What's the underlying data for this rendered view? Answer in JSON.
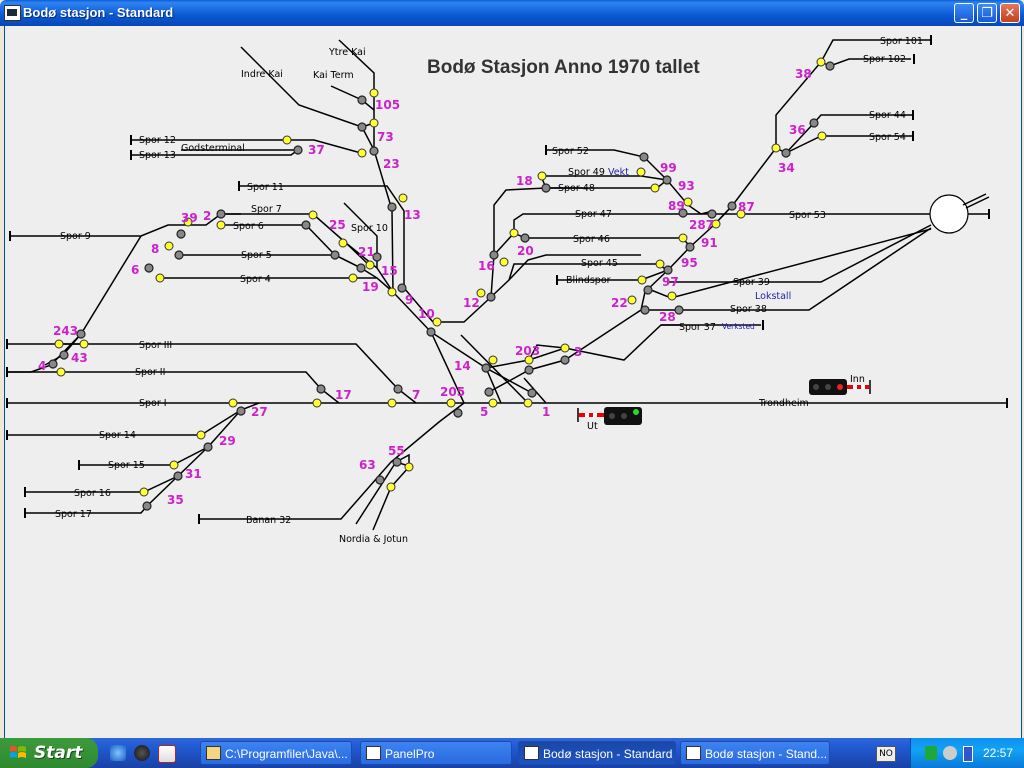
{
  "window": {
    "title": "Bodø stasjon - Standard",
    "min": "_",
    "max": "❐",
    "close": "✕"
  },
  "panel": {
    "headline": "Bodø Stasjon Anno 1970 tallet",
    "track_labels": {
      "spor101": "Spor 101",
      "spor102": "Spor 102",
      "spor44": "Spor 44",
      "spor54": "Spor 54",
      "spor53": "Spor 53",
      "spor52": "Spor 52",
      "spor49": "Spor 49",
      "vekt": "Vekt",
      "spor48": "Spor 48",
      "spor47": "Spor 47",
      "spor46": "Spor 46",
      "spor45": "Spor 45",
      "blindspor": "Blindspor",
      "spor39": "Spor 39",
      "lokstall": "Lokstall",
      "spor38": "Spor 38",
      "spor37": "Spor 37",
      "verksted": "Verksted",
      "trondheim": "Trondheim",
      "ytrekai": "Ytre Kai",
      "indrekai": "Indre Kai",
      "kaiterm": "Kai Term",
      "spor12": "Spor 12",
      "spor13": "Spor 13",
      "godsterminal": "Godsterminal",
      "spor11": "Spor 11",
      "spor10": "Spor 10",
      "spor7": "Spor 7",
      "spor6": "Spor 6",
      "spor5": "Spor 5",
      "spor4": "Spor 4",
      "spor9": "Spor 9",
      "sporIII": "Spor III",
      "sporII": "Spor II",
      "sporI": "Spor I",
      "spor14": "Spor 14",
      "spor15": "Spor 15",
      "spor16": "Spor 16",
      "spor17": "Spor 17",
      "banan32": "Banan 32",
      "nordia": "Nordia & Jotun",
      "inn": "Inn",
      "ut": "Ut"
    },
    "switch_numbers": {
      "n101": "38",
      "n102": "36",
      "n34": "34",
      "n105": "105",
      "n73": "73",
      "n37": "37",
      "n23": "23",
      "n13": "13",
      "n39": "39",
      "n2": "2",
      "n25": "25",
      "n8": "8",
      "n6": "6",
      "n21": "21",
      "n15": "15",
      "n19": "19",
      "n9": "9",
      "n10": "10",
      "n243": "243",
      "n43": "43",
      "n4": "4",
      "n17": "17",
      "n7": "7",
      "n27": "27",
      "n29": "29",
      "n31": "31",
      "n35": "35",
      "n55": "55",
      "n63": "63",
      "n14": "14",
      "n203": "203",
      "n3": "3",
      "n205": "205",
      "n5": "5",
      "n1": "1",
      "n18": "18",
      "n99": "99",
      "n93": "93",
      "n89": "89",
      "n287": "287",
      "n87": "87",
      "n91": "91",
      "n20": "20",
      "n16": "16",
      "n95": "95",
      "n12": "12",
      "n97": "97",
      "n22": "22",
      "n28": "28"
    }
  },
  "taskbar": {
    "start": "Start",
    "tasks": [
      {
        "label": "C:\\Programfiler\\Java\\...",
        "active": false
      },
      {
        "label": "PanelPro",
        "active": false
      },
      {
        "label": "Bodø stasjon - Standard",
        "active": true
      },
      {
        "label": "Bodø stasjon - Stand...",
        "active": false
      }
    ],
    "lang": "NO",
    "clock": "22:57"
  }
}
